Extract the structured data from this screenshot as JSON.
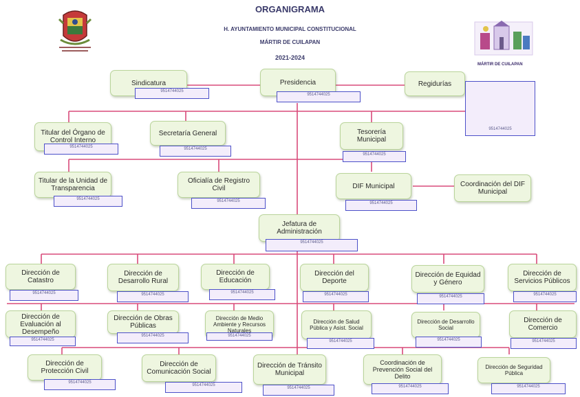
{
  "header": {
    "title": "ORGANIGRAMA",
    "subtitle": "H. AYUNTAMIENTO MUNICIPAL CONSTITUCIONAL",
    "municipality": "MÁRTIR DE CUILAPAN",
    "period": "2021-2024",
    "right_logo_text": "MÁRTIR DE CUILAPAN"
  },
  "units": {
    "sindicatura": "Sindicatura",
    "presidencia": "Presidencia",
    "regidurias": "Regidurías",
    "organo_control": "Titular del Órgano de Control Interno",
    "secretaria": "Secretaría General",
    "tesoreria": "Tesorería Municipal",
    "transparencia": "Titular de la Unidad de Transparencia",
    "registro_civil": "Oficialía de Registro Civil",
    "dif": "DIF Municipal",
    "coord_dif": "Coordinación del DIF Municipal",
    "administracion": "Jefatura de Administración",
    "catastro": "Dirección de Catastro",
    "desarrollo_rural": "Dirección de Desarrollo Rural",
    "educacion": "Dirección de Educación",
    "deporte": "Dirección del Deporte",
    "equidad": "Dirección de Equidad y Género",
    "servicios": "Dirección de Servicios Públicos",
    "evaluacion": "Dirección de Evaluación al Desempeño",
    "obras": "Dirección de Obras Públicas",
    "medio_ambiente": "Dirección de Medio Ambiente y Recursos Naturales",
    "salud": "Dirección de Salud Pública y Asist. Social",
    "desarrollo_social": "Dirección de Desarrollo Social",
    "comercio": "Dirección de Comercio",
    "proteccion_civil": "Dirección de Protección Civil",
    "comunicacion": "Dirección de Comunicación Social",
    "transito": "Dirección de Tránsito Municipal",
    "prevencion": "Coordinación de Prevención Social del Delito",
    "seguridad": "Dirección de Seguridad Pública"
  },
  "phone": "9514744025",
  "colors": {
    "box_fill": "#eef6e0",
    "box_border": "#b9d49a",
    "name_border": "#4b4fc8",
    "name_fill": "#f3edfb",
    "line": "#d94a7a"
  }
}
